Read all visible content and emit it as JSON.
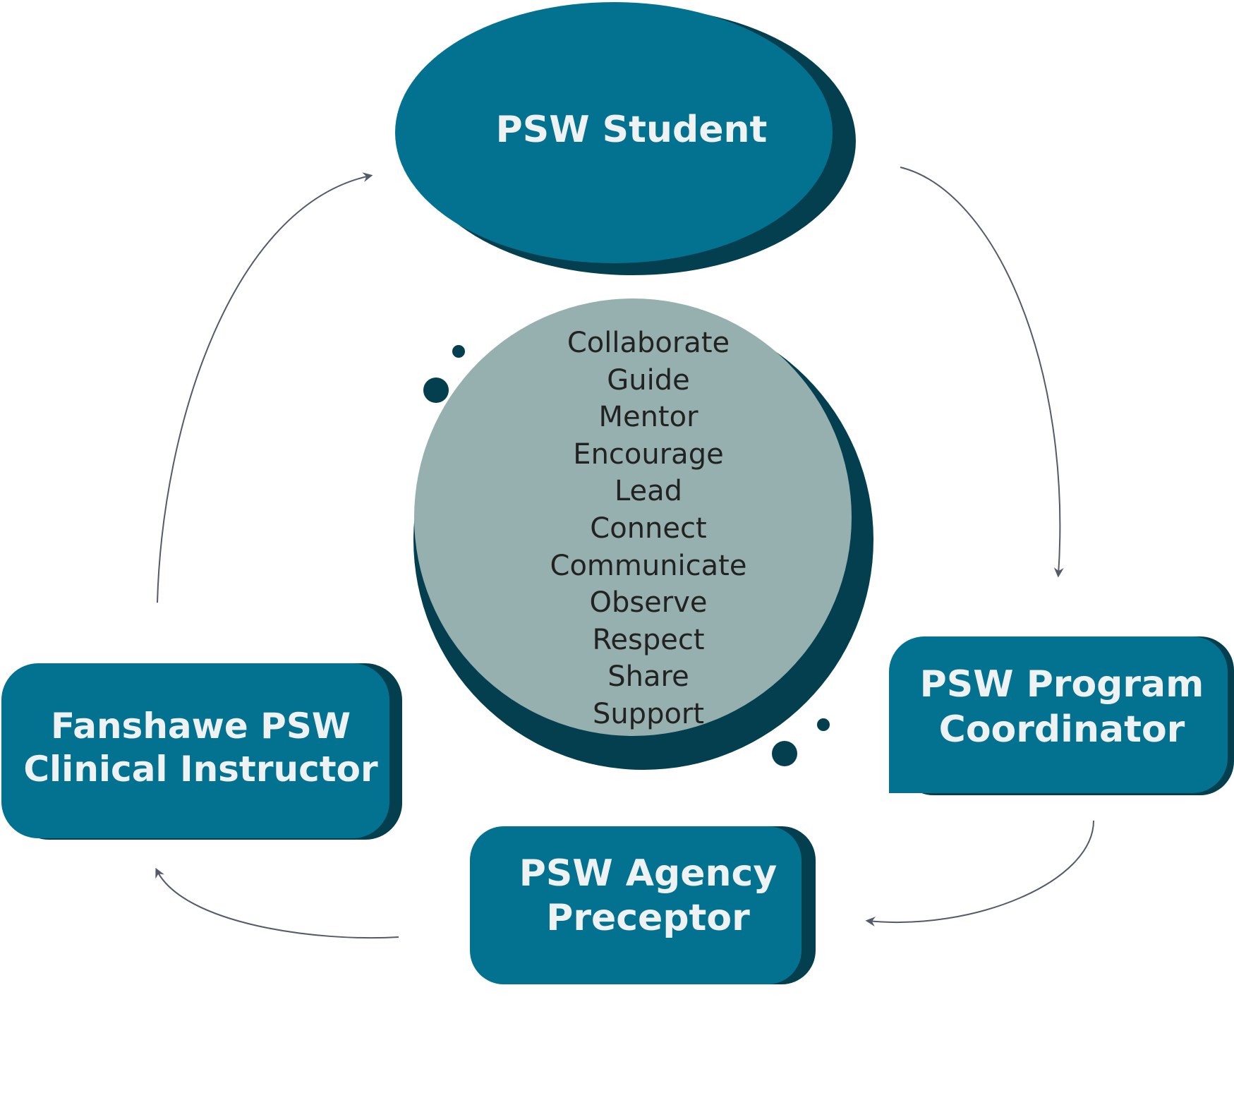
{
  "nodes": {
    "student": {
      "label": "PSW Student"
    },
    "coordinator": {
      "line1": "PSW Program",
      "line2": "Coordinator"
    },
    "preceptor": {
      "line1": "PSW Agency",
      "line2": "Preceptor"
    },
    "instructor": {
      "line1": "Fanshawe PSW",
      "line2": "Clinical Instructor"
    }
  },
  "center": {
    "words": [
      "Collaborate",
      "Guide",
      "Mentor",
      "Encourage",
      "Lead",
      "Connect",
      "Communicate",
      "Observe",
      "Respect",
      "Share",
      "Support"
    ]
  },
  "colors": {
    "node_fill": "#037290",
    "node_shadow": "#033f4f",
    "center_fill": "#96b0af",
    "center_shadow": "#033f4f",
    "dot": "#033f4f",
    "arrow": "#555a6a",
    "node_text": "#eef2f3",
    "center_text": "#222222"
  }
}
